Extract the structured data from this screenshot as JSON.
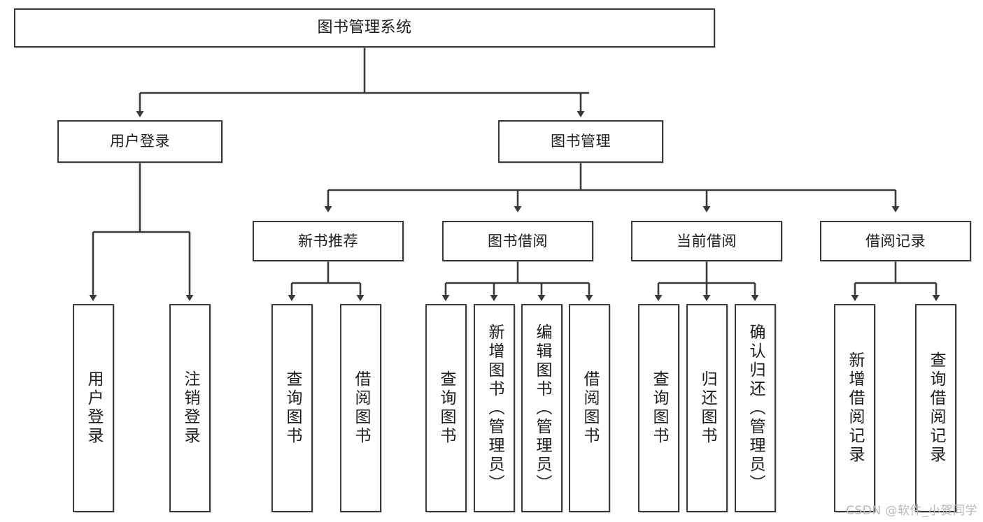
{
  "diagram": {
    "type": "tree",
    "title": "图书管理系统",
    "watermark": "CSDN @软件_小贺同学",
    "stroke_color": "#3a3a3a",
    "fill_color": "#ffffff",
    "text_color": "#1d1d1d",
    "watermark_color": "#b9b9b9",
    "nodes": {
      "root": "图书管理系统",
      "user_login": "用户登录",
      "book_manage": "图书管理",
      "new_book_rec": "新书推荐",
      "book_borrow": "图书借阅",
      "current_borrow": "当前借阅",
      "borrow_record": "借阅记录",
      "leaf_user_login": "用户登录",
      "leaf_logout": "注销登录",
      "leaf_query_book_1": "查询图书",
      "leaf_borrow_book_1": "借阅图书",
      "leaf_query_book_2": "查询图书",
      "leaf_add_book": "新增图书（管理员）",
      "leaf_edit_book": "编辑图书（管理员）",
      "leaf_borrow_book_2": "借阅图书",
      "leaf_query_book_3": "查询图书",
      "leaf_return_book": "归还图书",
      "leaf_confirm_return": "确认归还（管理员）",
      "leaf_add_record": "新增借阅记录",
      "leaf_query_record": "查询借阅记录"
    },
    "edges": [
      {
        "from": "root",
        "to": "user_login"
      },
      {
        "from": "root",
        "to": "book_manage"
      },
      {
        "from": "user_login",
        "to": "leaf_user_login"
      },
      {
        "from": "user_login",
        "to": "leaf_logout"
      },
      {
        "from": "book_manage",
        "to": "new_book_rec"
      },
      {
        "from": "book_manage",
        "to": "book_borrow"
      },
      {
        "from": "book_manage",
        "to": "current_borrow"
      },
      {
        "from": "book_manage",
        "to": "borrow_record"
      },
      {
        "from": "new_book_rec",
        "to": "leaf_query_book_1"
      },
      {
        "from": "new_book_rec",
        "to": "leaf_borrow_book_1"
      },
      {
        "from": "book_borrow",
        "to": "leaf_query_book_2"
      },
      {
        "from": "book_borrow",
        "to": "leaf_add_book"
      },
      {
        "from": "book_borrow",
        "to": "leaf_edit_book"
      },
      {
        "from": "book_borrow",
        "to": "leaf_borrow_book_2"
      },
      {
        "from": "current_borrow",
        "to": "leaf_query_book_3"
      },
      {
        "from": "current_borrow",
        "to": "leaf_return_book"
      },
      {
        "from": "current_borrow",
        "to": "leaf_confirm_return"
      },
      {
        "from": "borrow_record",
        "to": "leaf_add_record"
      },
      {
        "from": "borrow_record",
        "to": "leaf_query_record"
      }
    ]
  }
}
